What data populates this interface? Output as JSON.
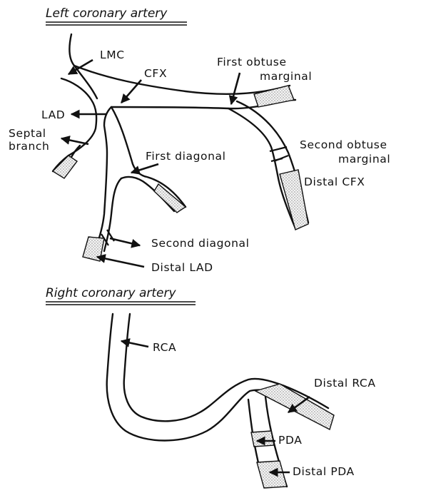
{
  "headings": {
    "left": "Left coronary artery",
    "right": "Right coronary artery"
  },
  "labels": {
    "lmc": "LMC",
    "cfx": "CFX",
    "first_obtuse_1": "First obtuse",
    "first_obtuse_2": "marginal",
    "lad": "LAD",
    "septal_1": "Septal",
    "septal_2": "branch",
    "first_diagonal": "First diagonal",
    "second_obtuse_1": "Second obtuse",
    "second_obtuse_2": "marginal",
    "distal_cfx": "Distal CFX",
    "second_diagonal": "Second diagonal",
    "distal_lad": "Distal LAD",
    "rca": "RCA",
    "distal_rca": "Distal RCA",
    "pda": "PDA",
    "distal_pda": "Distal PDA"
  }
}
